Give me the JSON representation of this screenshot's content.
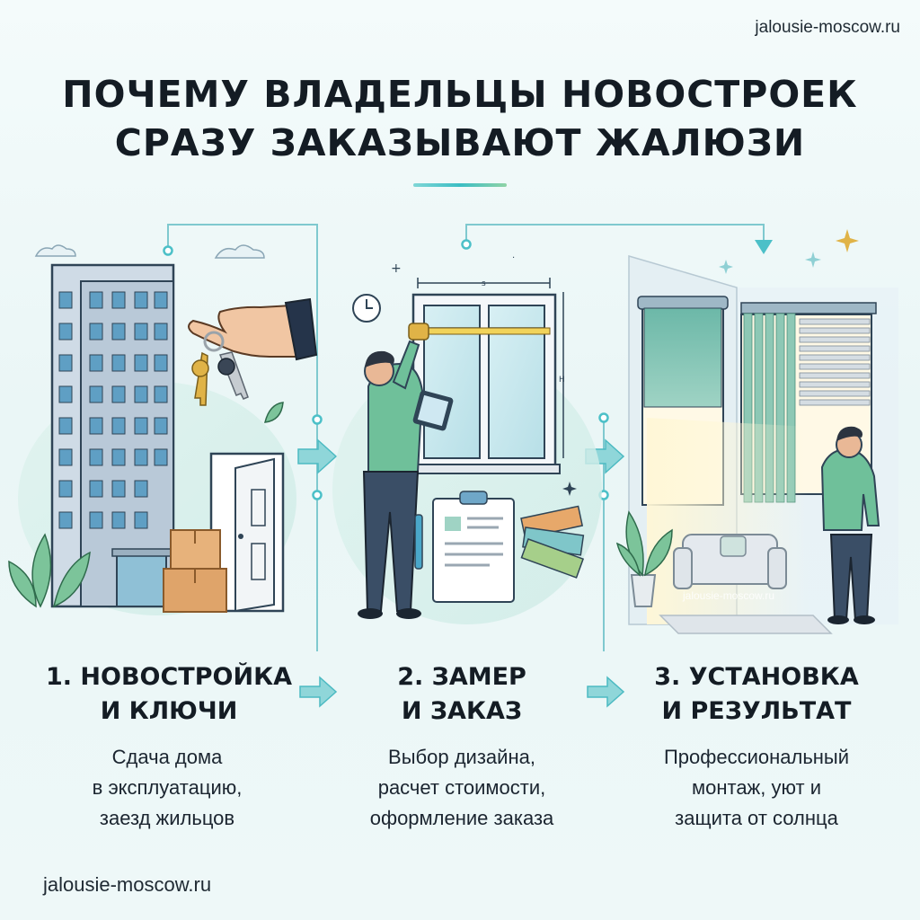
{
  "site_top": "jalousie-moscow.ru",
  "title": {
    "line1": "ПОЧЕМУ ВЛАДЕЛЬЦЫ НОВОСТРОЕК",
    "line2": "СРАЗУ ЗАКАЗЫВАЮТ ЖАЛЮЗИ"
  },
  "steps": [
    {
      "title1": "1. НОВОСТРОЙКА",
      "title2": "И КЛЮЧИ",
      "desc1": "Сдача дома",
      "desc2": "в эксплуатацию,",
      "desc3": "заезд жильцов"
    },
    {
      "title1": "2. ЗАМЕР",
      "title2": "И ЗАКАЗ",
      "desc1": "Выбор дизайна,",
      "desc2": "расчет стоимости,",
      "desc3": "оформление заказа"
    },
    {
      "title1": "3. УСТАНОВКА",
      "title2": "И РЕЗУЛЬТАТ",
      "desc1": "Профессиональный",
      "desc2": "монтаж, уют и",
      "desc3": "защита от солнца"
    }
  ],
  "illustration": {
    "measure_width_mark": "s",
    "measure_height_mark": "H",
    "room_watermark": "jalousie-moscow.ru"
  },
  "site_bottom": "jalousie-moscow.ru",
  "colors": {
    "accent": "#3bbec4",
    "shirt": "#6fc09a",
    "arrow": "#5cc4c8",
    "text": "#141c24"
  }
}
